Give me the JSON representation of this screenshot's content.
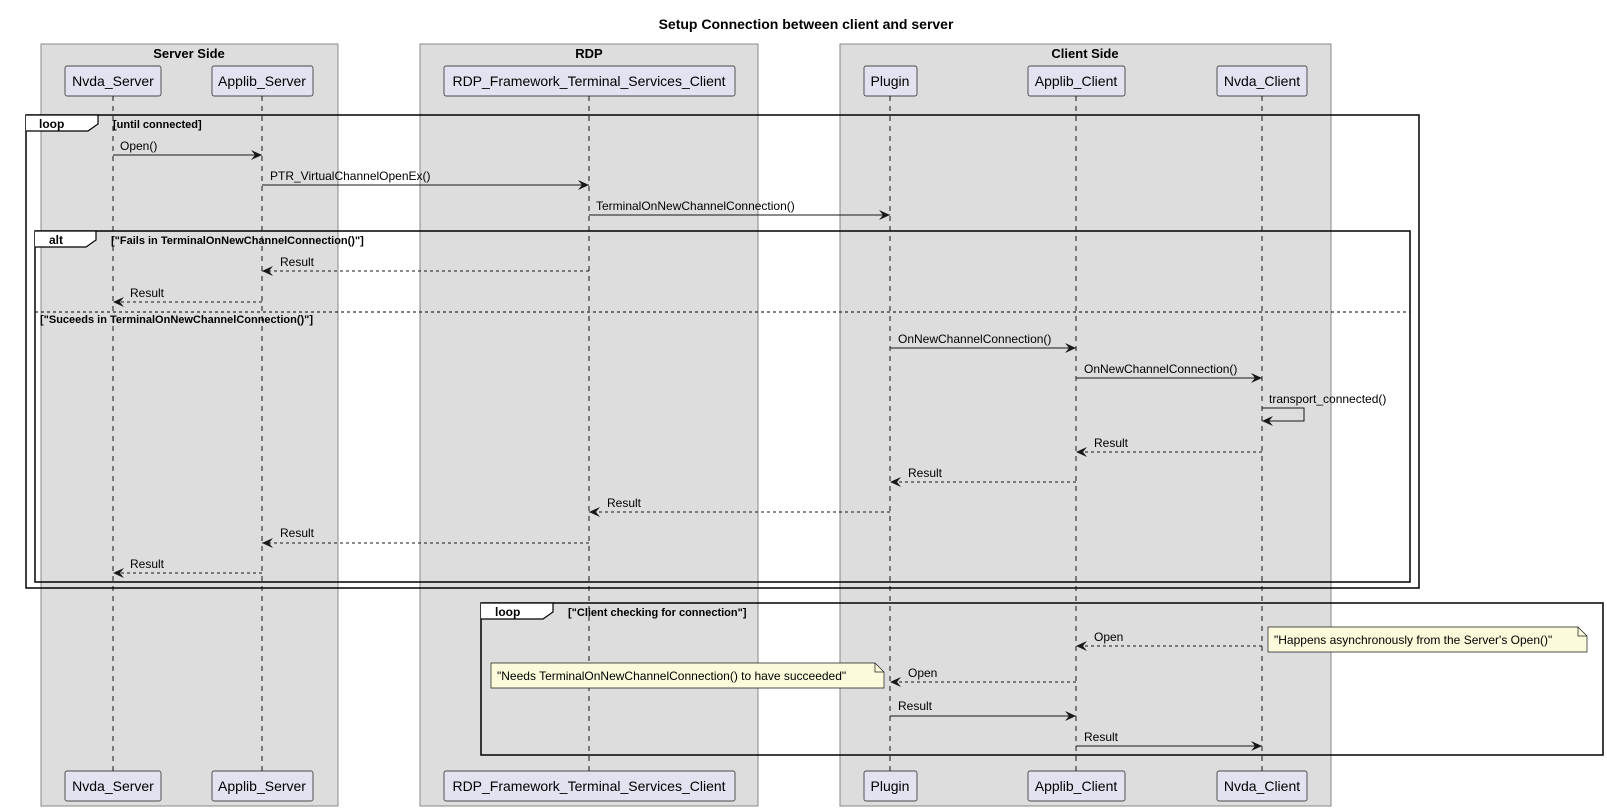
{
  "title": "Setup Connection between client and server",
  "boxes": [
    {
      "id": "server",
      "label": "Server Side"
    },
    {
      "id": "rdp",
      "label": "RDP"
    },
    {
      "id": "client",
      "label": "Client Side"
    }
  ],
  "participants": [
    {
      "id": "nvda_server",
      "label": "Nvda_Server"
    },
    {
      "id": "applib_server",
      "label": "Applib_Server"
    },
    {
      "id": "rdp_client",
      "label": "RDP_Framework_Terminal_Services_Client"
    },
    {
      "id": "plugin",
      "label": "Plugin"
    },
    {
      "id": "applib_client",
      "label": "Applib_Client"
    },
    {
      "id": "nvda_client",
      "label": "Nvda_Client"
    }
  ],
  "frames": [
    {
      "id": "loop1",
      "kind": "loop",
      "guard": "[until connected]"
    },
    {
      "id": "alt1",
      "kind": "alt",
      "guard": "[\"Fails in TerminalOnNewChannelConnection()\"]",
      "else_guard": "[\"Suceeds in TerminalOnNewChannelConnection()\"]"
    },
    {
      "id": "loop2",
      "kind": "loop",
      "guard": "[\"Client checking for connection\"]"
    }
  ],
  "messages": [
    {
      "from": "nvda_server",
      "to": "applib_server",
      "label": "Open()",
      "style": "solid"
    },
    {
      "from": "applib_server",
      "to": "rdp_client",
      "label": "PTR_VirtualChannelOpenEx()",
      "style": "solid"
    },
    {
      "from": "rdp_client",
      "to": "plugin",
      "label": "TerminalOnNewChannelConnection()",
      "style": "solid"
    },
    {
      "from": "rdp_client",
      "to": "applib_server",
      "label": "Result",
      "style": "dashed"
    },
    {
      "from": "applib_server",
      "to": "nvda_server",
      "label": "Result",
      "style": "dashed"
    },
    {
      "from": "plugin",
      "to": "applib_client",
      "label": "OnNewChannelConnection()",
      "style": "solid"
    },
    {
      "from": "applib_client",
      "to": "nvda_client",
      "label": "OnNewChannelConnection()",
      "style": "solid"
    },
    {
      "from": "nvda_client",
      "to": "nvda_client",
      "label": "transport_connected()",
      "style": "solid"
    },
    {
      "from": "nvda_client",
      "to": "applib_client",
      "label": "Result",
      "style": "dashed"
    },
    {
      "from": "applib_client",
      "to": "plugin",
      "label": "Result",
      "style": "dashed"
    },
    {
      "from": "plugin",
      "to": "rdp_client",
      "label": "Result",
      "style": "dashed"
    },
    {
      "from": "rdp_client",
      "to": "applib_server",
      "label": "Result",
      "style": "dashed"
    },
    {
      "from": "applib_server",
      "to": "nvda_server",
      "label": "Result",
      "style": "dashed"
    },
    {
      "from": "nvda_client",
      "to": "applib_client",
      "label": "Open",
      "style": "dashed"
    },
    {
      "from": "applib_client",
      "to": "plugin",
      "label": "Open",
      "style": "dashed"
    },
    {
      "from": "plugin",
      "to": "applib_client",
      "label": "Result",
      "style": "solid"
    },
    {
      "from": "applib_client",
      "to": "nvda_client",
      "label": "Result",
      "style": "solid"
    }
  ],
  "notes": [
    {
      "text": "\"Happens asynchronously from the Server's Open()\""
    },
    {
      "text": "\"Needs TerminalOnNewChannelConnection() to have succeeded\""
    }
  ],
  "colors": {
    "box_fill": "#dddddd",
    "box_stroke": "#888888",
    "participant_fill": "#e2e2f0",
    "participant_stroke": "#181818",
    "note_fill": "#fbfbdb",
    "line": "#181818"
  }
}
